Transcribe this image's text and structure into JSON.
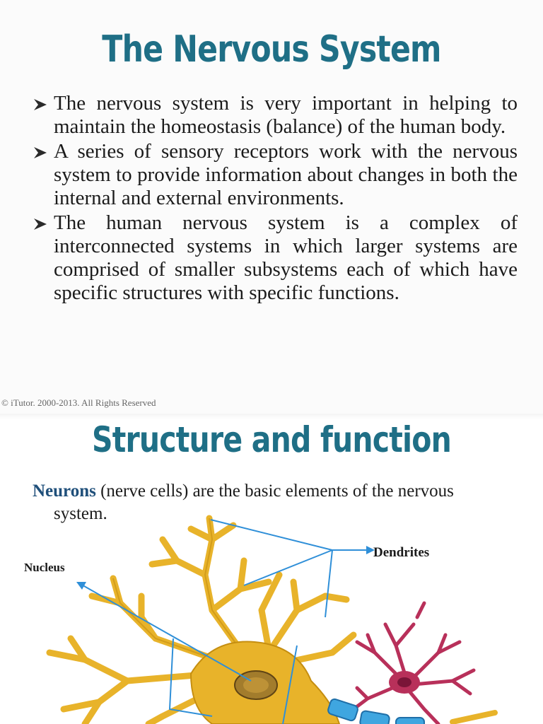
{
  "slide1": {
    "title": "The Nervous System",
    "bullets": [
      "The nervous system is very important in helping to maintain the homeostasis (balance) of the human body.",
      "A series of sensory receptors work with the nervous system to provide information about changes in both the internal and external environments.",
      "The human nervous system is a complex of interconnected systems in which larger systems are comprised of smaller subsystems each of which have specific structures with specific functions."
    ],
    "copyright": "© iTutor. 2000-2013. All Rights Reserved"
  },
  "slide2": {
    "title": "Structure and function",
    "intro_highlight": "Neurons",
    "intro_rest": "(nerve cells) are the basic elements of the nervous",
    "intro_line2": "system.",
    "labels": {
      "nucleus": "Nucleus",
      "dendrites": "Dendrites"
    }
  },
  "colors": {
    "title": "#1f6f86",
    "neuron_body": "#e8b32a",
    "neuron_outline": "#c58e10",
    "small_cell": "#b8305a",
    "pointer_lines": "#2f8fd8",
    "myelin": "#3fa6e0"
  },
  "icons": {
    "bullet": "arrow-bullet-icon"
  }
}
